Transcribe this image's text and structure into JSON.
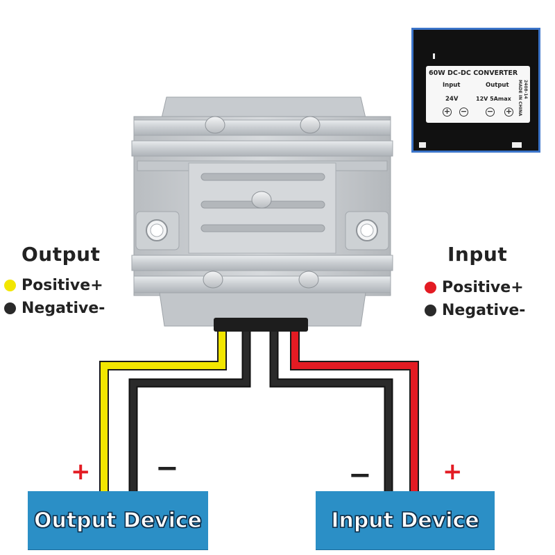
{
  "legend_output": {
    "title": "Output",
    "positive": "Positive+",
    "negative": "Negative-",
    "positive_color": "#f2e600",
    "negative_color": "#2a2a2a"
  },
  "legend_input": {
    "title": "Input",
    "positive": "Positive+",
    "negative": "Negative-",
    "positive_color": "#e31b23",
    "negative_color": "#2a2a2a"
  },
  "devices": {
    "output_label": "Output Device",
    "input_label": "Input Device",
    "color": "#2b8fc6"
  },
  "polarity_signs": {
    "output_plus": "+",
    "output_minus": "−",
    "input_minus": "−",
    "input_plus": "+"
  },
  "converter_label": {
    "title": "60W DC-DC CONVERTER",
    "input_header": "Input",
    "output_header": "Output",
    "input_voltage": "24V",
    "output_rating": "12V 5Amax",
    "side_text": "MADE IN CHINA",
    "side_code": "2408-14",
    "terminals": [
      "+",
      "−",
      "−",
      "+"
    ]
  },
  "wire_colors": {
    "yellow": "#f2e600",
    "black": "#222222",
    "red": "#e31b23"
  }
}
